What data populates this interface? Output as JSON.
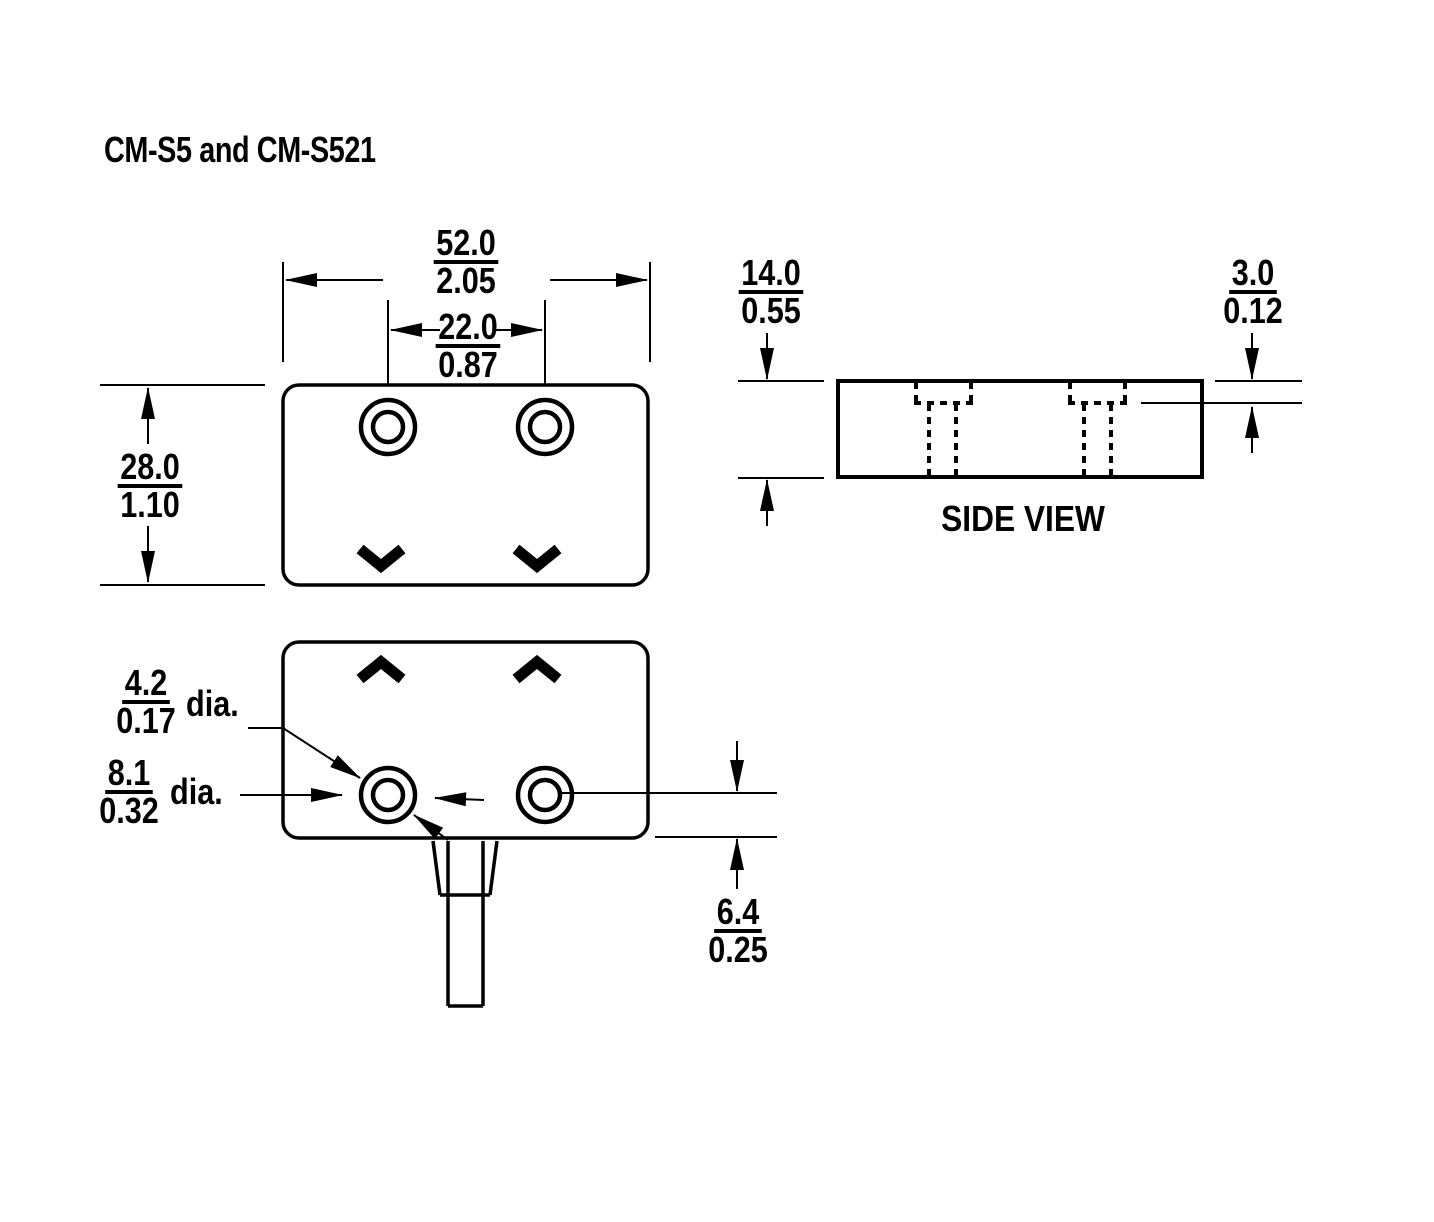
{
  "title": "CM-S5 and CM-S521",
  "ink_color": "#000000",
  "top_view": {
    "width": {
      "mm": "52.0",
      "in": "2.05"
    },
    "hole_spacing": {
      "mm": "22.0",
      "in": "0.87"
    },
    "height": {
      "mm": "28.0",
      "in": "1.10"
    }
  },
  "side_view": {
    "label": "SIDE VIEW",
    "thickness": {
      "mm": "14.0",
      "in": "0.55"
    },
    "counterbore_depth": {
      "mm": "3.0",
      "in": "0.12"
    }
  },
  "bottom_view": {
    "hole_diameter": {
      "mm": "4.2",
      "in": "0.17",
      "suffix": "dia."
    },
    "counterbore_diameter": {
      "mm": "8.1",
      "in": "0.32",
      "suffix": "dia."
    },
    "hole_to_edge": {
      "mm": "6.4",
      "in": "0.25"
    }
  }
}
